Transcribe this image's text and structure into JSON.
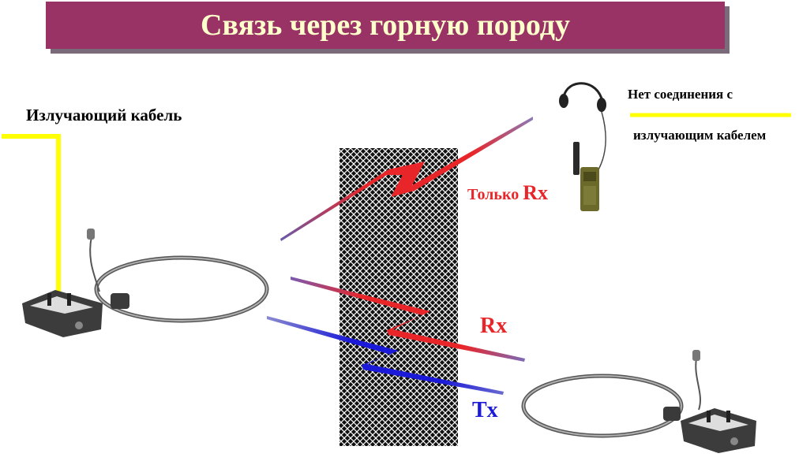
{
  "title": "Связь через горную породу",
  "labels": {
    "radiating_cable": "Излучающий кабель",
    "no_connection_line1": "Нет соединения с",
    "no_connection_line2": "излучающим кабелем",
    "rx_only_prefix": "Только ",
    "rx_only_suffix": "Rx",
    "rx": "Rx",
    "tx": "Tx"
  },
  "colors": {
    "title_bg": "#993366",
    "title_text": "#ffffcc",
    "cable": "#ffff00",
    "rx": "#e8262a",
    "tx": "#1a1ad8",
    "rock": "#111111"
  },
  "icons": [
    "handheld-radio-icon",
    "headset-icon",
    "loop-antenna-icon",
    "radio-base-unit-icon"
  ]
}
